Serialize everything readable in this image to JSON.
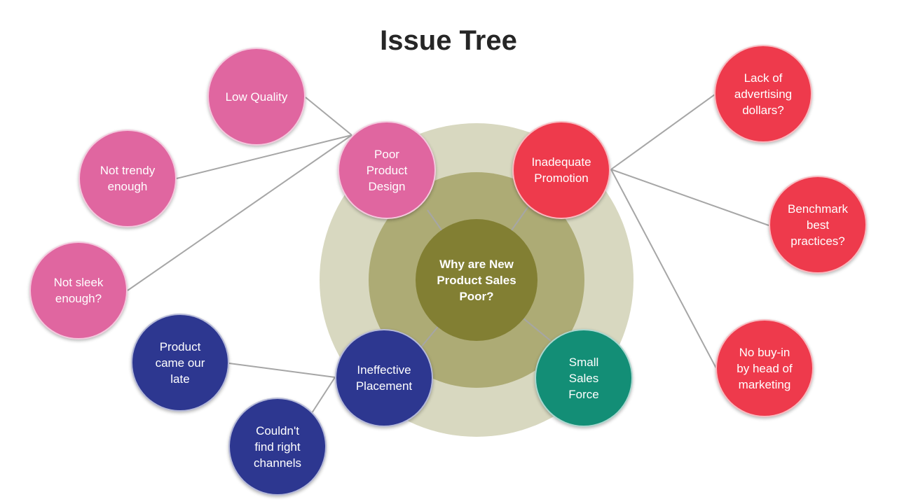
{
  "title": "Issue Tree",
  "colors": {
    "outer_ring": "#d8d8c0",
    "middle_ring": "#adab75",
    "core": "#827f33",
    "design": "#e066a0",
    "promotion": "#ee3a4c",
    "placement": "#2d3790",
    "sales_force": "#138e76",
    "connector": "#a6a6a6"
  },
  "center": {
    "label": "Why are New Product Sales Poor?"
  },
  "primary": {
    "design": "Poor Product Design",
    "promotion": "Inadequate Promotion",
    "placement": "Ineffective Placement",
    "sales_force": "Small Sales Force"
  },
  "design_causes": [
    "Low Quality",
    "Not trendy enough",
    "Not sleek enough?"
  ],
  "promotion_causes": [
    "Lack of advertising dollars?",
    "Benchmark best practices?",
    "No buy-in by head of marketing"
  ],
  "placement_causes": [
    "Product came our late",
    "Couldn't find right channels"
  ]
}
